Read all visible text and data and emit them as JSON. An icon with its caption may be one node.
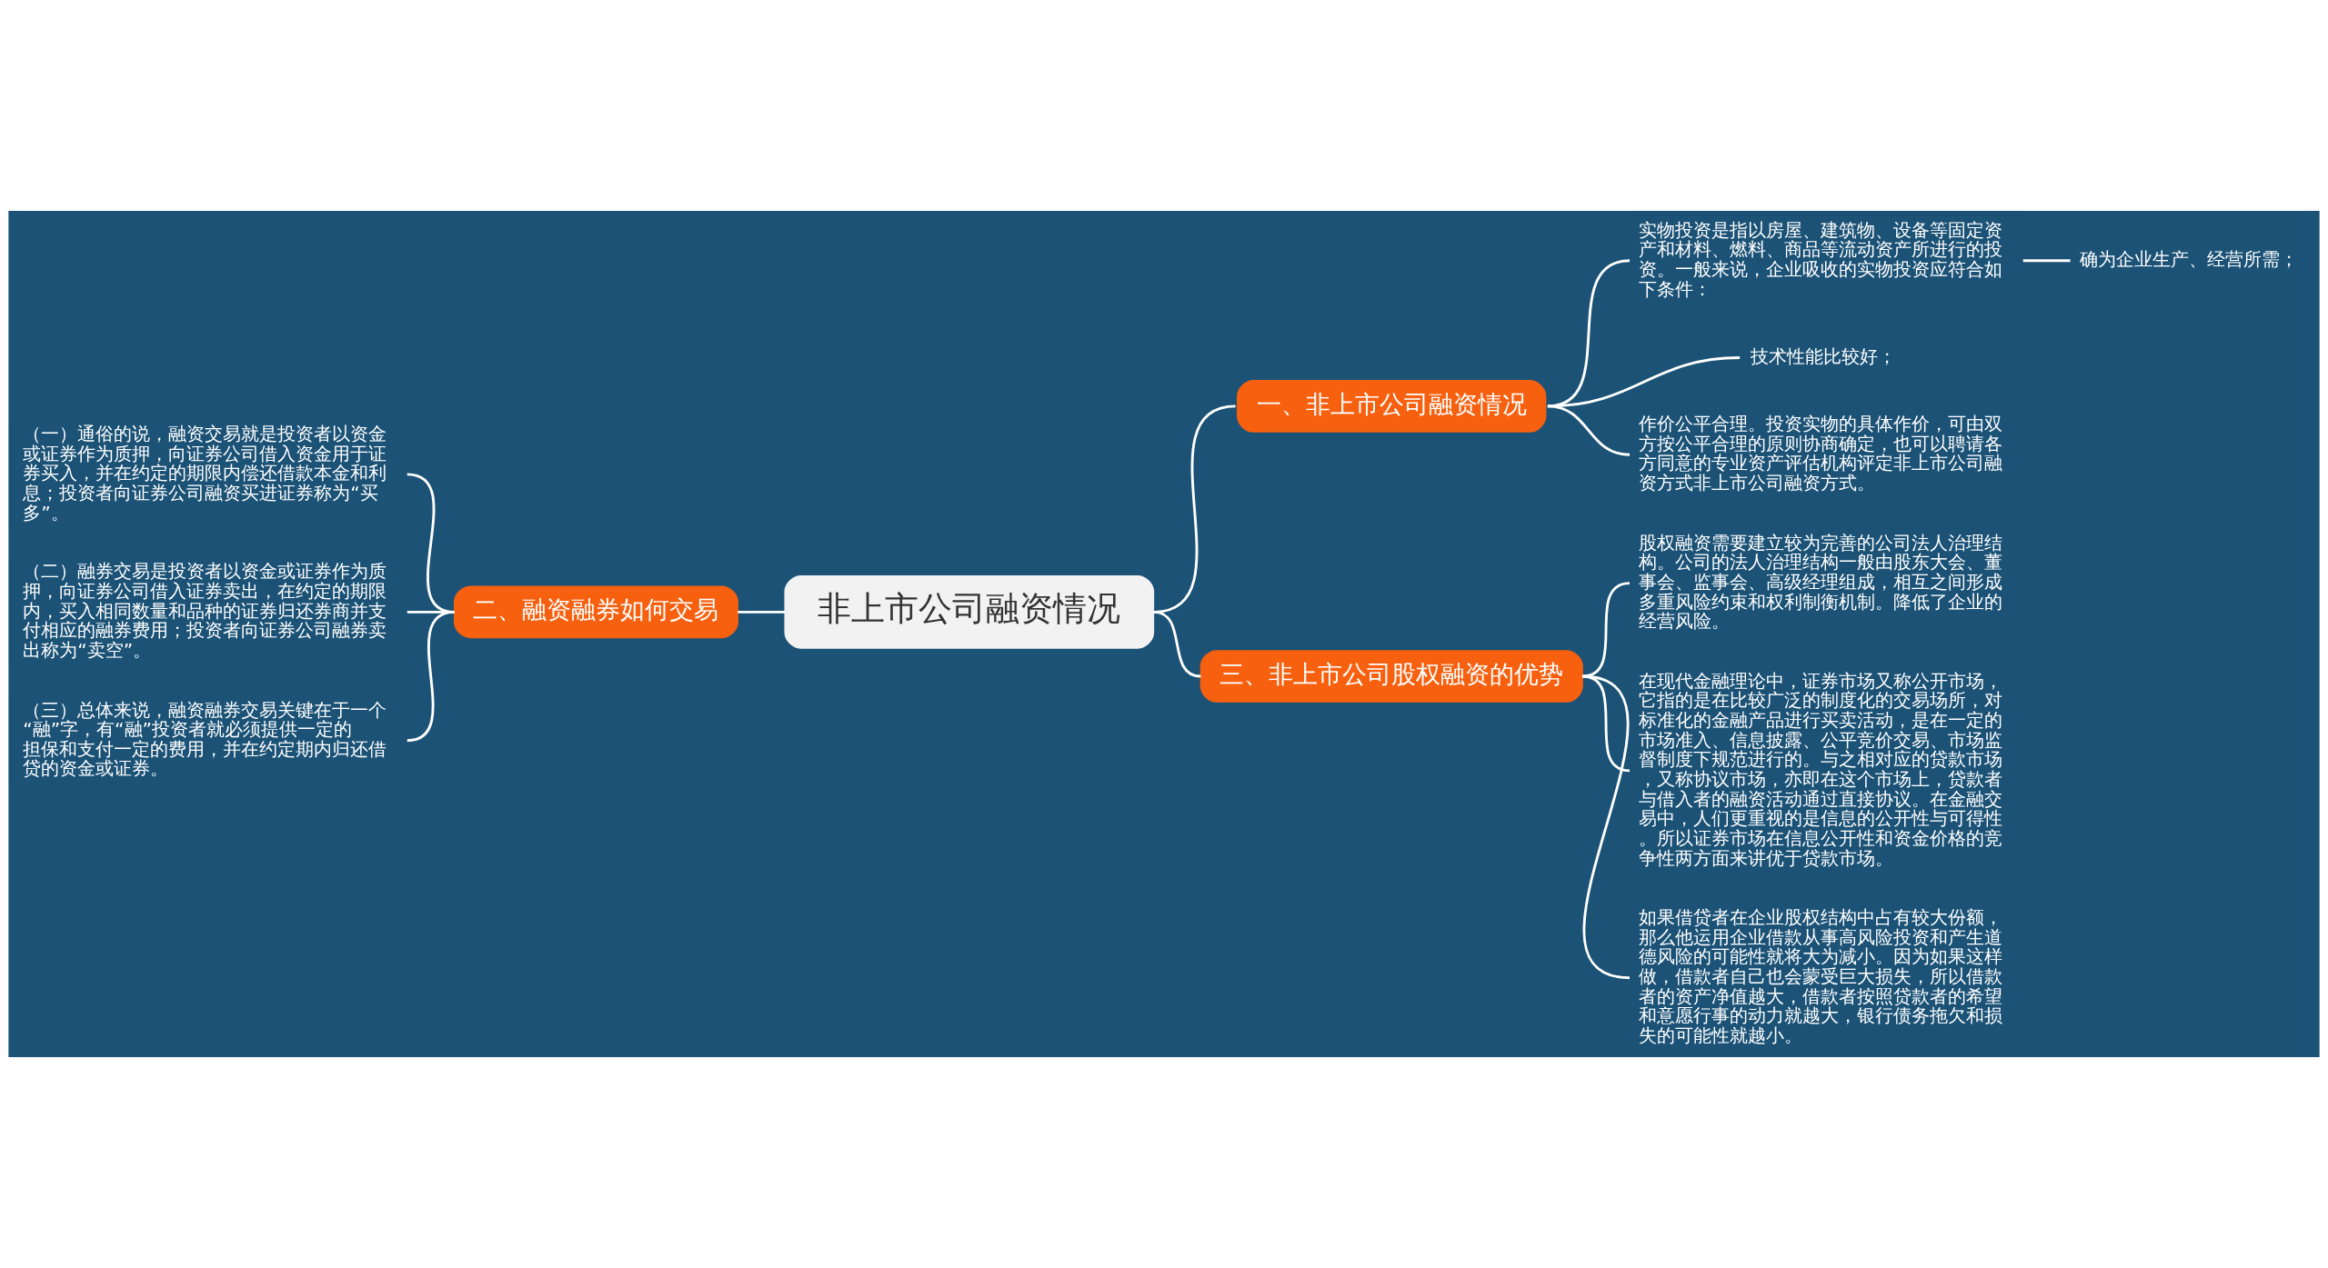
{
  "diagram": {
    "nodes": [
      {
        "text": [
          "非上市公司融资情况"
        ]
      },
      {
        "text": [
          "一、非上市公司融资情况"
        ]
      },
      {
        "text": [
          "实物投资是指以房屋、建筑物、设备等固定资产和材料、燃料、商品等流动资产所进行的投资。一般来说，企业吸收的实物投资应符合如下条件："
        ]
      },
      {
        "text": [
          "确为企业生产、经营所需；"
        ]
      },
      {
        "text": [
          "技术性能比较好；"
        ]
      },
      {
        "text": [
          "作价公平合理。投资实物的具体作价，可由双方按公平合理的原则协商确定，也可以聘请各方同意的专业资产评估机构评定非上市公司融资方式非上市公司融资方式。"
        ]
      },
      {
        "text": [
          "二、融资融券如何交易"
        ]
      },
      {
        "text": [
          "（一）通俗的说，融资交易就是投资者以资金或证券作为质押，向证券公司借入资金用于证券买入，并在约定的期限内偿还借款本金和利息；投资者向证券公司融资买进证券称为“买多”。"
        ]
      },
      {
        "text": [
          "（二）融券交易是投资者以资金或证券作为质押，向证券公司借入证券卖出，在约定的期限内，买入相同数量和品种的证券归还券商并支付相应的融券费用；投资者向证券公司融券卖出称为“卖空”。"
        ]
      },
      {
        "text": [
          "（三）总体来说，融资融券交易关键在于一个“融”字，有“融”投资者就必须提供一定的担保和支付一定的费用，并在约定期内归还借贷的资金或证券。"
        ]
      },
      {
        "text": [
          "三、非上市公司股权融资的优势"
        ]
      },
      {
        "text": [
          "股权融资需要建立较为完善的公司法人治理结构。公司的法人治理结构一般由股东大会、董事会、监事会、高级经理组成，相互之间形成多重风险约束和权利制衡机制。降低了企业的经营风险。"
        ]
      },
      {
        "text": [
          "在现代金融理论中，证券市场又称公开市场，它指的是在比较广泛的制度化的交易场所，对标准化的金融产品进行买卖活动，是在一定的市场准入、信息披露、公平竞价交易、市场监督制度下规范进行的。与之相对应的贷款市场，又称协议市场，亦即在这个市场上，贷款者与借入者的融资活动通过直接协议。在金融交易中，人们更重视的是信息的公开性与可得性。所以证券市场在信息公开性和资金价格的竞争性两方面来讲优于贷款市场。"
        ]
      },
      {
        "text": [
          "如果借贷者在企业股权结构中占有较大份额，那么他运用企业借款从事高风险投资和产生道德风险的可能性就将大为减小。因为如果这样做，借款者自己也会蒙受巨大损失，所以借款者的资产净值越大，借款者按照贷款者的希望和意愿行事的动力就越大，银行债务拖欠和损失的可能性就越小。"
        ]
      }
    ],
    "edges": [
      {
        "from": 0,
        "to": 1,
        "arrow": "none"
      },
      {
        "from": 1,
        "to": 2,
        "arrow": "none"
      },
      {
        "from": 2,
        "to": 3,
        "arrow": "none"
      },
      {
        "from": 1,
        "to": 4,
        "arrow": "none"
      },
      {
        "from": 1,
        "to": 5,
        "arrow": "none"
      },
      {
        "from": 0,
        "to": 6,
        "arrow": "none"
      },
      {
        "from": 6,
        "to": 7,
        "arrow": "none"
      },
      {
        "from": 6,
        "to": 8,
        "arrow": "none"
      },
      {
        "from": 6,
        "to": 9,
        "arrow": "none"
      },
      {
        "from": 0,
        "to": 10,
        "arrow": "none"
      },
      {
        "from": 10,
        "to": 11,
        "arrow": "none"
      },
      {
        "from": 10,
        "to": 12,
        "arrow": "none"
      },
      {
        "from": 10,
        "to": 13,
        "arrow": "none"
      }
    ]
  }
}
